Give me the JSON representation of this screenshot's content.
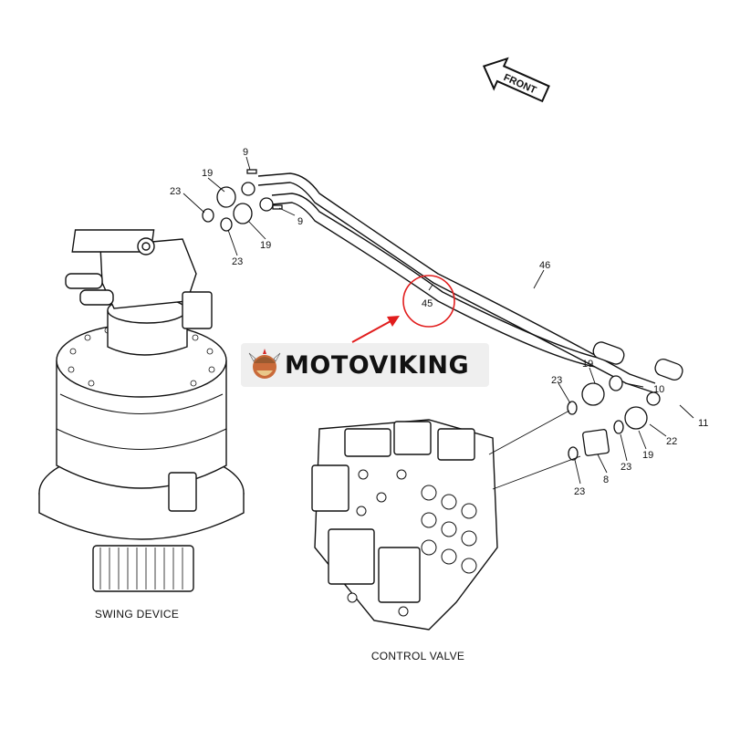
{
  "front_label": "FRONT",
  "callouts": {
    "c9a": "9",
    "c9b": "9",
    "c19a": "19",
    "c19b": "19",
    "c23a": "23",
    "c23b": "23",
    "c45": "45",
    "c46": "46",
    "c23c": "23",
    "c19c": "19",
    "c10": "10",
    "c11": "11",
    "c22": "22",
    "c19d": "19",
    "c8": "8",
    "c23d": "23",
    "c23e": "23"
  },
  "captions": {
    "swing_device": "SWING DEVICE",
    "control_valve": "CONTROL VALVE"
  },
  "watermark": {
    "text": "MOTOVIKING",
    "logo_icon": "viking-helmet-icon"
  },
  "colors": {
    "highlight": "#e11d1d",
    "line": "#111111",
    "watermark_bg": "#efefef"
  }
}
